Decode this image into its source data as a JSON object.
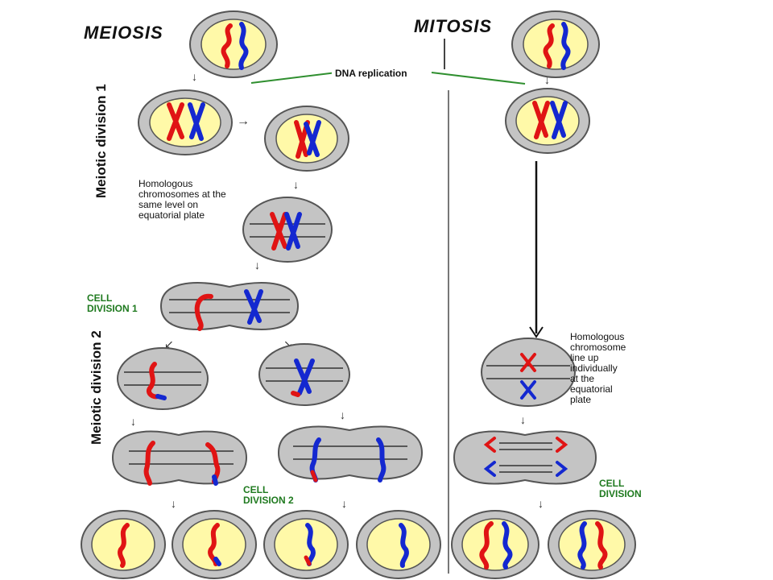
{
  "titles": {
    "meiosis": "MEIOSIS",
    "mitosis": "MITOSIS"
  },
  "labels": {
    "dna_replication": "DNA replication",
    "meiotic_division_1": "Meiotic division 1",
    "meiotic_division_2": "Meiotic division 2",
    "homologous_equatorial": "Homologous\nchromosomes at the\nsame level on\nequatorial plate",
    "cell_division_1": "CELL\nDIVISION 1",
    "cell_division_2": "CELL\nDIVISION 2",
    "homologous_individually": "Homologous\nchromosome\nline up\nindividually\nat the\nequatorial\nplate",
    "cell_division": "CELL\nDIVISION"
  },
  "colors": {
    "cytoplasm": "#fff9a8",
    "cell_gray": "#c4c4c4",
    "membrane": "#555555",
    "chromosome_maternal": "#e01414",
    "chromosome_paternal": "#1428d0",
    "label_green": "#1f7a1f",
    "replication_line": "#2f8f2f"
  }
}
